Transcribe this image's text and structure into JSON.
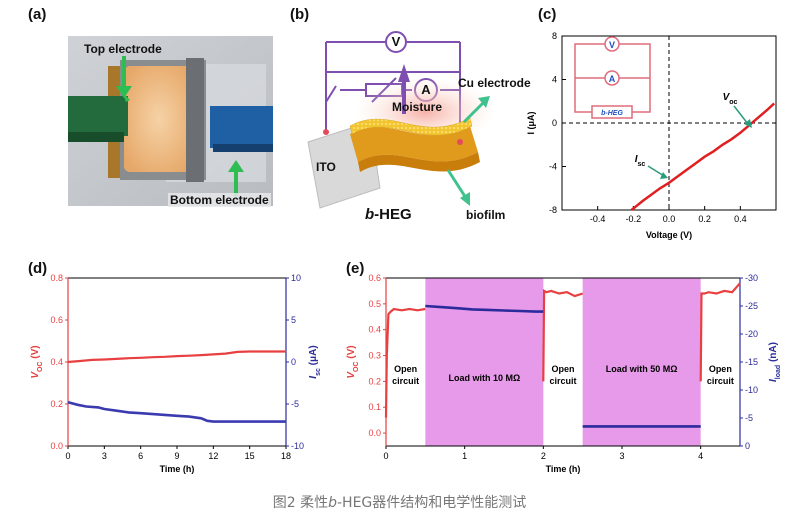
{
  "panels": {
    "a": {
      "label": "(a)",
      "top_label": "Top electrode",
      "bottom_label": "Bottom electrode"
    },
    "b": {
      "label": "(b)",
      "voltmeter": "V",
      "ammeter": "A",
      "moisture": "Moisture",
      "cu_electrode": "Cu electrode",
      "ito": "ITO",
      "device_prefix": "b",
      "device_suffix": "-HEG",
      "biofilm": "biofilm"
    },
    "c": {
      "label": "(c)",
      "inset_v": "V",
      "inset_a": "A",
      "inset_device": "b-HEG",
      "voc_label_main": "V",
      "voc_label_sub": "oc",
      "isc_label_main": "I",
      "isc_label_sub": "sc"
    },
    "d": {
      "label": "(d)"
    },
    "e": {
      "label": "(e)",
      "open1": "Open circuit",
      "load10": "Load with 10 MΩ",
      "open2": "Open circuit",
      "load50": "Load with 50 MΩ",
      "open3": "Open circuit"
    }
  },
  "caption": {
    "prefix": "图2 柔性",
    "italic": "b",
    "suffix": "-HEG器件结构和电学性能测试"
  },
  "chart_data": [
    {
      "id": "c",
      "type": "line",
      "xlabel": "Voltage (V)",
      "ylabel": "I (μA)",
      "xlim": [
        -0.6,
        0.6
      ],
      "ylim": [
        -8,
        8
      ],
      "xticks": [
        -0.4,
        -0.2,
        0.0,
        0.2,
        0.4
      ],
      "xtick_labels": [
        "-0.4",
        "-0.2",
        "0.0",
        "0.2",
        "0.4"
      ],
      "yticks": [
        -8,
        -4,
        0,
        4,
        8
      ],
      "ytick_labels": [
        "-8",
        "-4",
        "0",
        "4",
        "8"
      ],
      "series": [
        {
          "color": "#e02020",
          "x": [
            -0.21,
            -0.15,
            -0.1,
            -0.05,
            0.0,
            0.05,
            0.1,
            0.15,
            0.2,
            0.25,
            0.3,
            0.35,
            0.4,
            0.45,
            0.5,
            0.55,
            0.59
          ],
          "y": [
            -8.0,
            -7.2,
            -6.6,
            -6.0,
            -5.5,
            -4.9,
            -4.3,
            -3.7,
            -3.1,
            -2.6,
            -2.0,
            -1.5,
            -0.9,
            -0.2,
            0.5,
            1.2,
            1.8
          ]
        }
      ]
    },
    {
      "id": "d",
      "type": "line",
      "xlabel": "Time (h)",
      "ylabel_left_main": "V",
      "ylabel_left_sub": "OC",
      "ylabel_left_unit": " (V)",
      "ylabel_right_main": "I",
      "ylabel_right_sub": "sc",
      "ylabel_right_unit": " (μA)",
      "xlim": [
        0,
        18
      ],
      "ylim_left": [
        0,
        0.8
      ],
      "ylim_right": [
        -10,
        10
      ],
      "xticks": [
        0,
        3,
        6,
        9,
        12,
        15,
        18
      ],
      "xtick_labels": [
        "0",
        "3",
        "6",
        "9",
        "12",
        "15",
        "18"
      ],
      "yticks_left": [
        0,
        0.2,
        0.4,
        0.6,
        0.8
      ],
      "ytick_labels_left": [
        "0.0",
        "0.2",
        "0.4",
        "0.6",
        "0.8"
      ],
      "yticks_right": [
        -10,
        -5,
        0,
        5,
        10
      ],
      "ytick_labels_right": [
        "-10",
        "-5",
        "0",
        "5",
        "10"
      ],
      "series": [
        {
          "axis": "left",
          "color": "#e84040",
          "x": [
            0,
            1,
            2,
            3,
            4,
            5,
            6,
            7,
            8,
            9,
            10,
            11,
            12,
            13,
            14,
            15,
            16,
            17,
            18
          ],
          "y": [
            0.4,
            0.405,
            0.41,
            0.412,
            0.415,
            0.418,
            0.42,
            0.423,
            0.425,
            0.428,
            0.43,
            0.433,
            0.436,
            0.44,
            0.448,
            0.45,
            0.45,
            0.45,
            0.45
          ]
        },
        {
          "axis": "right",
          "color": "#3b3bb0",
          "x": [
            0,
            0.8,
            1.5,
            2.5,
            3,
            4,
            5,
            6,
            7,
            8,
            9,
            10,
            11,
            11.5,
            12,
            13,
            14,
            15,
            16,
            17,
            18
          ],
          "y": [
            -4.8,
            -5.1,
            -5.3,
            -5.4,
            -5.6,
            -5.8,
            -6.0,
            -6.1,
            -6.2,
            -6.3,
            -6.4,
            -6.5,
            -6.7,
            -7.0,
            -7.1,
            -7.1,
            -7.1,
            -7.1,
            -7.1,
            -7.1,
            -7.1
          ]
        }
      ]
    },
    {
      "id": "e",
      "type": "line",
      "xlabel": "Time (h)",
      "ylabel_left_main": "V",
      "ylabel_left_sub": "OC",
      "ylabel_left_unit": " (V)",
      "ylabel_right_main": "I",
      "ylabel_right_sub": "load",
      "ylabel_right_unit": " (nA)",
      "xlim": [
        0,
        4.5
      ],
      "ylim_left": [
        -0.05,
        0.6
      ],
      "ylim_right": [
        0,
        30
      ],
      "xticks": [
        0,
        1,
        2,
        3,
        4
      ],
      "xtick_labels": [
        "0",
        "1",
        "2",
        "3",
        "4"
      ],
      "yticks_left": [
        0.0,
        0.1,
        0.2,
        0.3,
        0.4,
        0.5,
        0.6
      ],
      "ytick_labels_left": [
        "0.0",
        "0.1",
        "0.2",
        "0.3",
        "0.4",
        "0.5",
        "0.6"
      ],
      "yticks_right": [
        0,
        5,
        10,
        15,
        20,
        25,
        30
      ],
      "ytick_labels_right": [
        "0",
        "-5",
        "-10",
        "-15",
        "-20",
        "-25",
        "-30"
      ],
      "shaded_regions": [
        {
          "x0": 0.5,
          "x1": 2.0,
          "color": "#e79ae9"
        },
        {
          "x0": 2.5,
          "x1": 4.0,
          "color": "#e79ae9"
        }
      ],
      "series": [
        {
          "axis": "left",
          "color": "#e84040",
          "x": [
            0.0,
            0.01,
            0.03,
            0.06,
            0.1,
            0.2,
            0.3,
            0.4,
            0.5
          ],
          "y": [
            0.06,
            0.3,
            0.46,
            0.47,
            0.48,
            0.475,
            0.48,
            0.475,
            0.48
          ]
        },
        {
          "axis": "left",
          "color": "#e84040",
          "x": [
            2.0,
            2.01,
            2.04,
            2.1,
            2.2,
            2.3,
            2.4,
            2.5
          ],
          "y": [
            0.2,
            0.55,
            0.545,
            0.55,
            0.54,
            0.545,
            0.53,
            0.54
          ]
        },
        {
          "axis": "left",
          "color": "#e84040",
          "x": [
            4.0,
            4.01,
            4.05,
            4.1,
            4.2,
            4.3,
            4.4,
            4.5
          ],
          "y": [
            0.2,
            0.54,
            0.54,
            0.545,
            0.54,
            0.55,
            0.545,
            0.58
          ]
        },
        {
          "axis": "right",
          "color": "#2b2b9c",
          "x": [
            0.5,
            0.7,
            0.9,
            1.1,
            1.3,
            1.5,
            1.7,
            1.9,
            2.0
          ],
          "y": [
            25.0,
            24.8,
            24.6,
            24.4,
            24.3,
            24.2,
            24.1,
            24.0,
            24.0
          ]
        },
        {
          "axis": "right",
          "color": "#2b2b9c",
          "x": [
            2.5,
            2.8,
            3.1,
            3.4,
            3.7,
            4.0
          ],
          "y": [
            3.5,
            3.5,
            3.5,
            3.5,
            3.5,
            3.5
          ]
        }
      ]
    }
  ]
}
